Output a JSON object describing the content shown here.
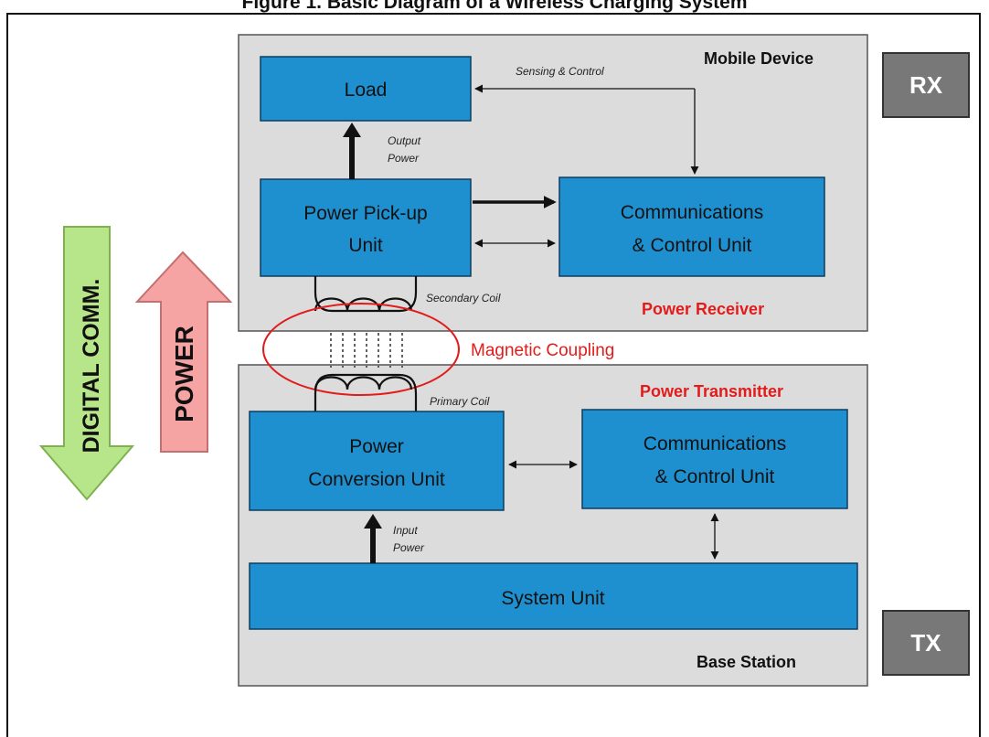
{
  "title": "Figure 1. Basic Diagram of a Wireless Charging System",
  "rx_label": "RX",
  "tx_label": "TX",
  "mobile_device": "Mobile Device",
  "base_station": "Base Station",
  "power_receiver": "Power Receiver",
  "power_transmitter": "Power Transmitter",
  "magnetic_coupling": "Magnetic Coupling",
  "digital_comm": "DIGITAL  COMM.",
  "power_arrow": "POWER",
  "blocks": {
    "load": "Load",
    "pickup_1": "Power Pick-up",
    "pickup_2": "Unit",
    "rx_comm_1": "Communications",
    "rx_comm_2": "& Control Unit",
    "conv_1": "Power",
    "conv_2": "Conversion Unit",
    "tx_comm_1": "Communications",
    "tx_comm_2": "& Control Unit",
    "system": "System Unit"
  },
  "annotations": {
    "sensing": "Sensing & Control",
    "output_1": "Output",
    "output_2": "Power",
    "secondary": "Secondary Coil",
    "primary": "Primary Coil",
    "input_1": "Input",
    "input_2": "Power"
  },
  "colors": {
    "block": "#1e90d0",
    "panel": "#dcdcdc",
    "red_label": "#e21b1b",
    "power_arrow": "#f5a3a3",
    "digital_arrow": "#b7e58a",
    "badge": "#787878"
  }
}
